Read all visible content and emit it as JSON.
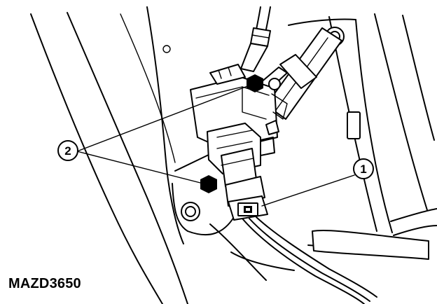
{
  "figure": {
    "code": "MAZD3650",
    "callouts": [
      {
        "number": "1",
        "target": "connector"
      },
      {
        "number": "2",
        "target": "mounting-nuts"
      }
    ]
  }
}
